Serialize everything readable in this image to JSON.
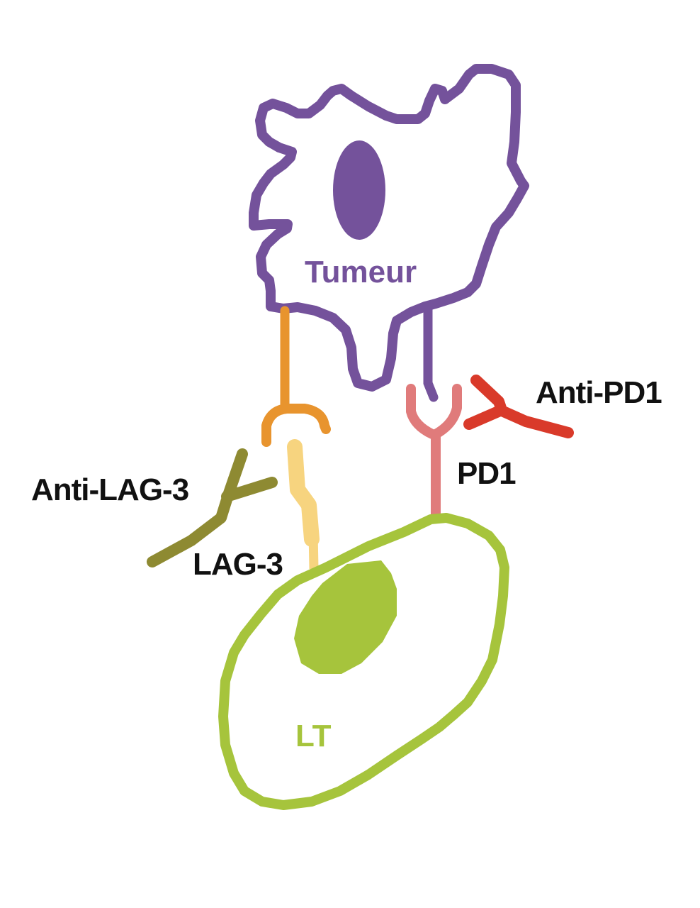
{
  "labels": {
    "tumor": "Tumeur",
    "t_cell": "LT",
    "pd1": "PD1",
    "anti_pd1": "Anti-PD1",
    "lag3": "LAG-3",
    "anti_lag3": "Anti-LAG-3"
  },
  "colors": {
    "tumor": "#74529b",
    "t_cell": "#a6c43c",
    "pd1": "#e07b7b",
    "anti_pd1": "#d93a2a",
    "lag3": "#f7d47f",
    "anti_lag3": "#8e8a32",
    "mhc": "#e8942e",
    "text": "#111111"
  }
}
